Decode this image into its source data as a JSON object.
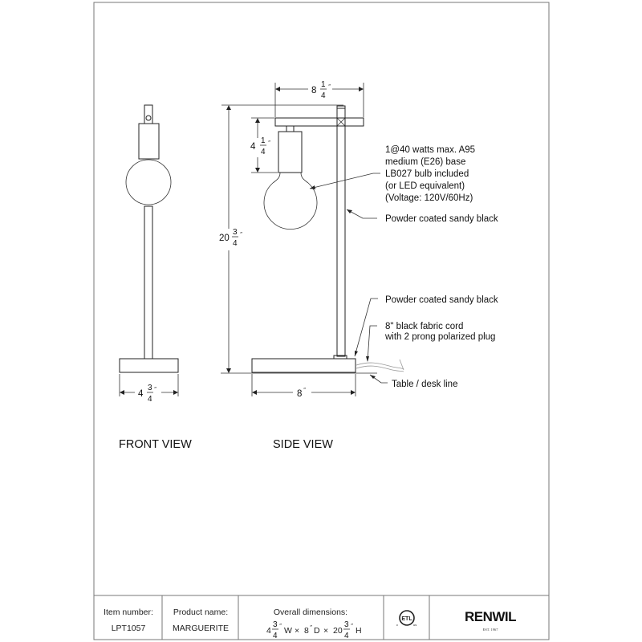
{
  "views": {
    "front": "FRONT VIEW",
    "side": "SIDE VIEW"
  },
  "front_dims": {
    "width_whole": "4",
    "width_num": "3",
    "width_den": "4",
    "inch": "″"
  },
  "side_dims": {
    "arm_whole": "8",
    "arm_num": "1",
    "arm_den": "4",
    "height_whole": "20",
    "height_num": "3",
    "height_den": "4",
    "socket_whole": "4",
    "socket_num": "1",
    "socket_den": "4",
    "base_depth": "8",
    "inch": "″"
  },
  "callouts": {
    "bulb": [
      "1@40 watts max. A95",
      "medium (E26) base",
      "LB027 bulb included",
      "(or LED equivalent)",
      "(Voltage: 120V/60Hz)"
    ],
    "arm_finish": "Powder coated sandy black",
    "base_finish": "Powder coated sandy black",
    "cord": [
      "8\" black fabric cord",
      "with 2 prong polarized plug"
    ],
    "table_line": "Table / desk line"
  },
  "title_block": {
    "item_label": "Item number:",
    "item_value": "LPT1057",
    "product_label": "Product name:",
    "product_value": "MARGUERITE",
    "dims_label": "Overall dimensions:",
    "dims": {
      "w_whole": "4",
      "w_num": "3",
      "w_den": "4",
      "w_unit": "W",
      "times": "×",
      "d_whole": "8",
      "d_unit": "D",
      "h_whole": "20",
      "h_num": "3",
      "h_den": "4",
      "h_unit": "H",
      "inch": "″"
    },
    "cert_logo": "ETL",
    "cert_c": "c",
    "cert_us": "us",
    "brand": "RENWIL",
    "brand_sub": "EST. 1967"
  }
}
